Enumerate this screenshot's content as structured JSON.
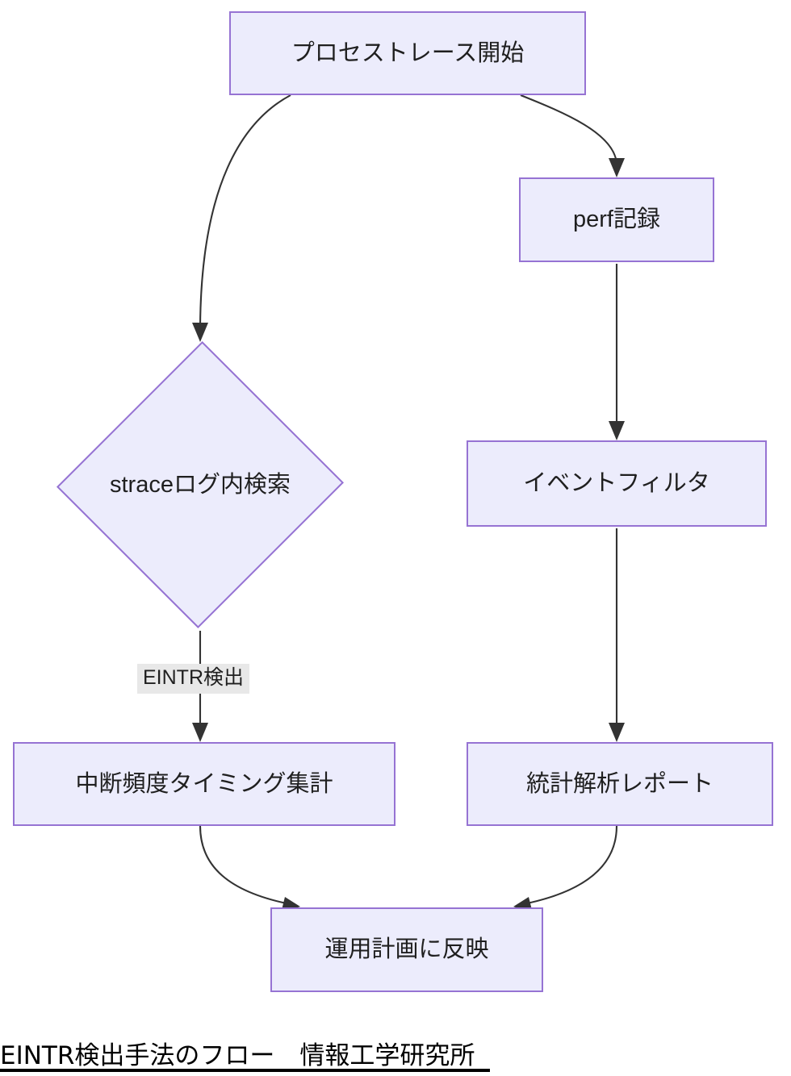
{
  "diagram": {
    "title": "EINTR検出手法のフロー　情報工学研究所",
    "caption": "EINTR検出手法のフロー　情報工学研究所",
    "colors": {
      "node_fill": "#ececfc",
      "node_border": "#9673d3",
      "edge_stroke": "#333333",
      "edge_label_background": "#e8e8e8",
      "text": "#1f1f1f",
      "caption_text": "#000000",
      "page_background": "#ffffff"
    },
    "nodes": [
      {
        "id": "start",
        "label": "プロセストレース開始",
        "shape": "rect"
      },
      {
        "id": "perf",
        "label": "perf記録",
        "shape": "rect"
      },
      {
        "id": "strace",
        "label": "straceログ内検索",
        "shape": "diamond"
      },
      {
        "id": "filter",
        "label": "イベントフィルタ",
        "shape": "rect"
      },
      {
        "id": "aggregate",
        "label": "中断頻度タイミング集計",
        "shape": "rect"
      },
      {
        "id": "report",
        "label": "統計解析レポート",
        "shape": "rect"
      },
      {
        "id": "plan",
        "label": "運用計画に反映",
        "shape": "rect"
      }
    ],
    "edges": [
      {
        "from": "start",
        "to": "strace",
        "label": ""
      },
      {
        "from": "start",
        "to": "perf",
        "label": ""
      },
      {
        "from": "perf",
        "to": "filter",
        "label": ""
      },
      {
        "from": "strace",
        "to": "aggregate",
        "label": "EINTR検出"
      },
      {
        "from": "filter",
        "to": "report",
        "label": ""
      },
      {
        "from": "aggregate",
        "to": "plan",
        "label": ""
      },
      {
        "from": "report",
        "to": "plan",
        "label": ""
      }
    ],
    "edge_labels": {
      "strace_to_aggregate": "EINTR検出"
    }
  }
}
